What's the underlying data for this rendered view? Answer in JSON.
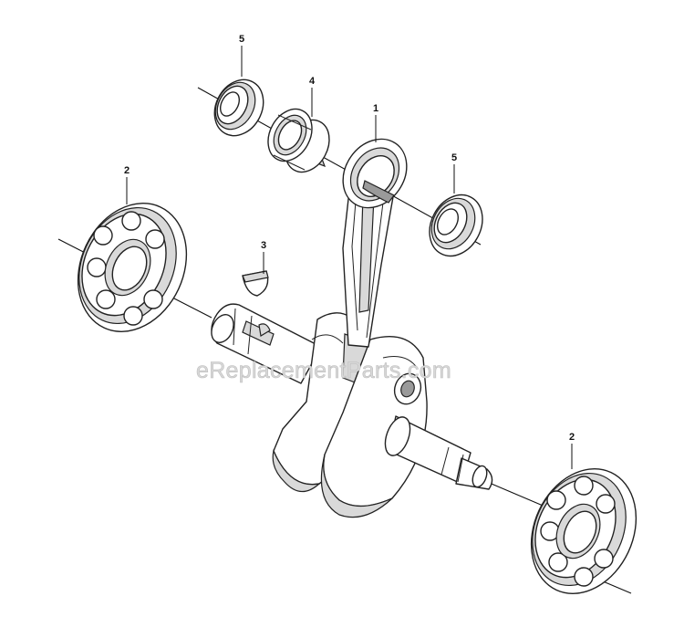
{
  "watermark": "eReplacementParts.com",
  "callouts": {
    "seal_top": "5",
    "bearing_cage": "4",
    "connecting_rod": "1",
    "seal_right": "5",
    "bearing_left": "2",
    "woodruff_key": "3",
    "bearing_right": "2"
  }
}
